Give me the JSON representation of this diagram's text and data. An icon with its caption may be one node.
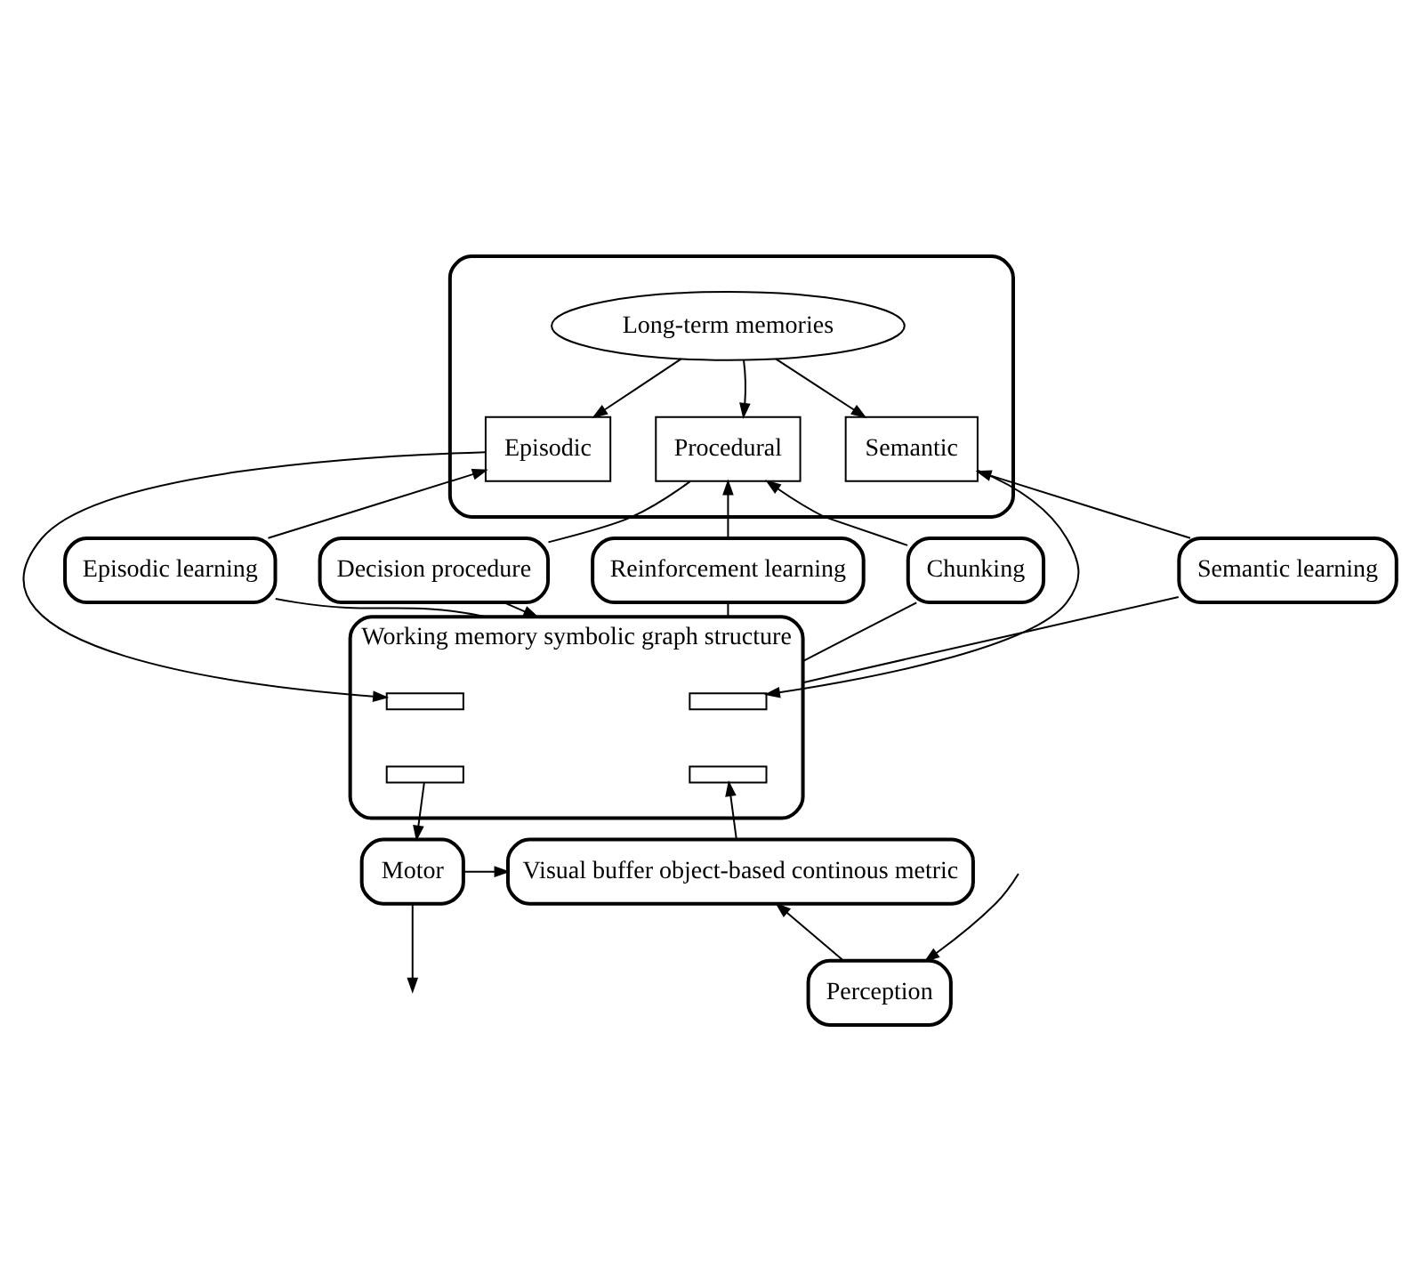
{
  "diagram": {
    "nodes": [
      {
        "text": [],
        "shape": "box"
      },
      {
        "text": [
          "Long-term memories"
        ],
        "in": 0
      },
      {
        "text": [
          "Procedural"
        ],
        "in": 0
      },
      {
        "text": [
          "Semantic"
        ],
        "in": 0
      },
      {
        "text": [
          "Episodic"
        ],
        "in": 0
      },
      {
        "text": [
          "Reinforcement learning"
        ]
      },
      {
        "text": [
          "Chunking"
        ]
      },
      {
        "text": [
          "Decision procedure"
        ]
      },
      {
        "text": [
          "Semantic learning"
        ]
      },
      {
        "text": [
          "Episodic learning"
        ]
      },
      {
        "text": [
          "Working memory symbolic graph structure"
        ]
      },
      {
        "text": [],
        "shape": "box",
        "in": 10
      },
      {
        "text": [],
        "shape": "box",
        "in": 10
      },
      {
        "text": [],
        "shape": "box",
        "in": 10
      },
      {
        "text": [],
        "shape": "box",
        "in": 10
      },
      {
        "text": [
          "Visual buffer object-based continous metric"
        ]
      },
      {
        "text": [
          "Motor"
        ]
      },
      {
        "text": [
          "Perception"
        ]
      }
    ],
    "edges": [
      {
        "from": 1,
        "to": 2,
        "arrow": "to"
      },
      {
        "from": 1,
        "to": 3,
        "arrow": "to"
      },
      {
        "from": 1,
        "to": 4,
        "arrow": "to"
      },
      {
        "from": 10,
        "to": 5,
        "arrow": "none"
      },
      {
        "from": 5,
        "to": 2,
        "arrow": "to"
      },
      {
        "from": 10,
        "to": 6,
        "arrow": "none"
      },
      {
        "from": 6,
        "to": 2,
        "arrow": "to"
      },
      {
        "from": 2,
        "to": 7,
        "arrow": "none"
      },
      {
        "from": 7,
        "to": 10,
        "arrow": "to"
      },
      {
        "from": 3,
        "to": 11,
        "arrow": "to"
      },
      {
        "from": 10,
        "to": 8,
        "arrow": "none"
      },
      {
        "from": 8,
        "to": 3,
        "arrow": "to"
      },
      {
        "from": 4,
        "to": 12,
        "arrow": "to"
      },
      {
        "from": 10,
        "to": 9,
        "arrow": "none"
      },
      {
        "from": 9,
        "to": 4,
        "arrow": "to"
      },
      {
        "from": 15,
        "to": 13,
        "arrow": "to"
      },
      {
        "from": 14,
        "to": 16,
        "arrow": "to"
      },
      {
        "from": 16,
        "to": 15,
        "arrow": "to"
      },
      {
        "from": 16,
        "to": null,
        "arrow": "to"
      },
      {
        "from": 17,
        "to": 15,
        "arrow": "to"
      },
      {
        "from": null,
        "to": 17,
        "arrow": "to"
      }
    ]
  }
}
